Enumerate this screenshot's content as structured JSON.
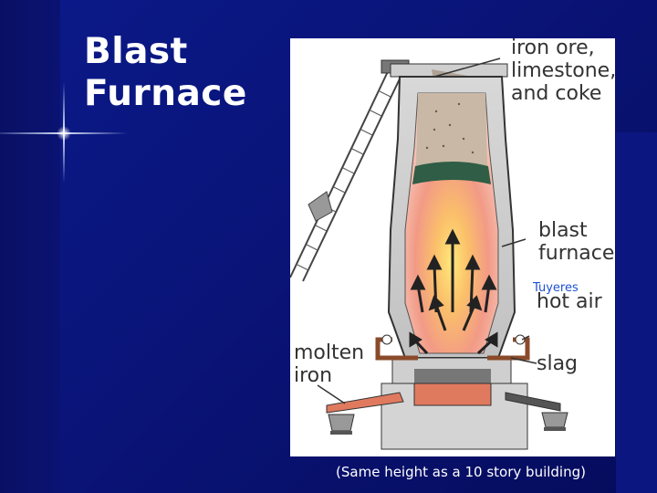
{
  "slide": {
    "title_line1": "Blast",
    "title_line2": "Furnace",
    "caption": "(Same height as a 10 story building)"
  },
  "diagram": {
    "labels": {
      "charge_line1": "iron ore,",
      "charge_line2": "limestone,",
      "charge_line3": "and coke",
      "furnace_line1": "blast",
      "furnace_line2": "furnace",
      "tuyeres": "Tuyeres",
      "hot_air": "hot air",
      "molten_line1": "molten",
      "molten_line2": "iron",
      "slag": "slag"
    }
  },
  "colors": {
    "background": "#0a1478",
    "title_text": "#ffffff",
    "label_text": "#333333",
    "tuyeres_text": "#1e4fd8",
    "molten_iron": "#e07a5f",
    "slag": "#555555",
    "furnace_wall": "#d9d9d9"
  }
}
